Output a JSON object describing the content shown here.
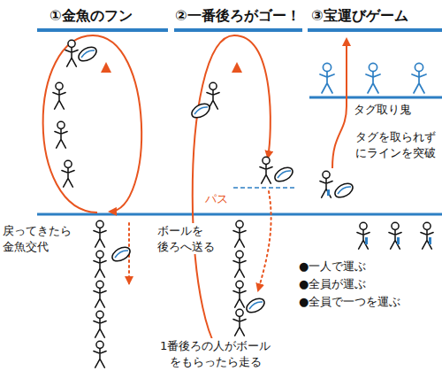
{
  "diagram": {
    "labels": [
      "①金魚のフン",
      "②一番後ろがゴー！",
      "③宝運びゲーム",
      "タグ取り鬼",
      "タグを取られず にラインを突破",
      "パス",
      "戻ってきたら 金魚交代",
      "ボールを 後ろへ送る",
      "●一人で運ぶ",
      "●全員が運ぶ",
      "●全員で一つを運ぶ",
      "1番後ろの人がボール をもらったら走る"
    ]
  }
}
